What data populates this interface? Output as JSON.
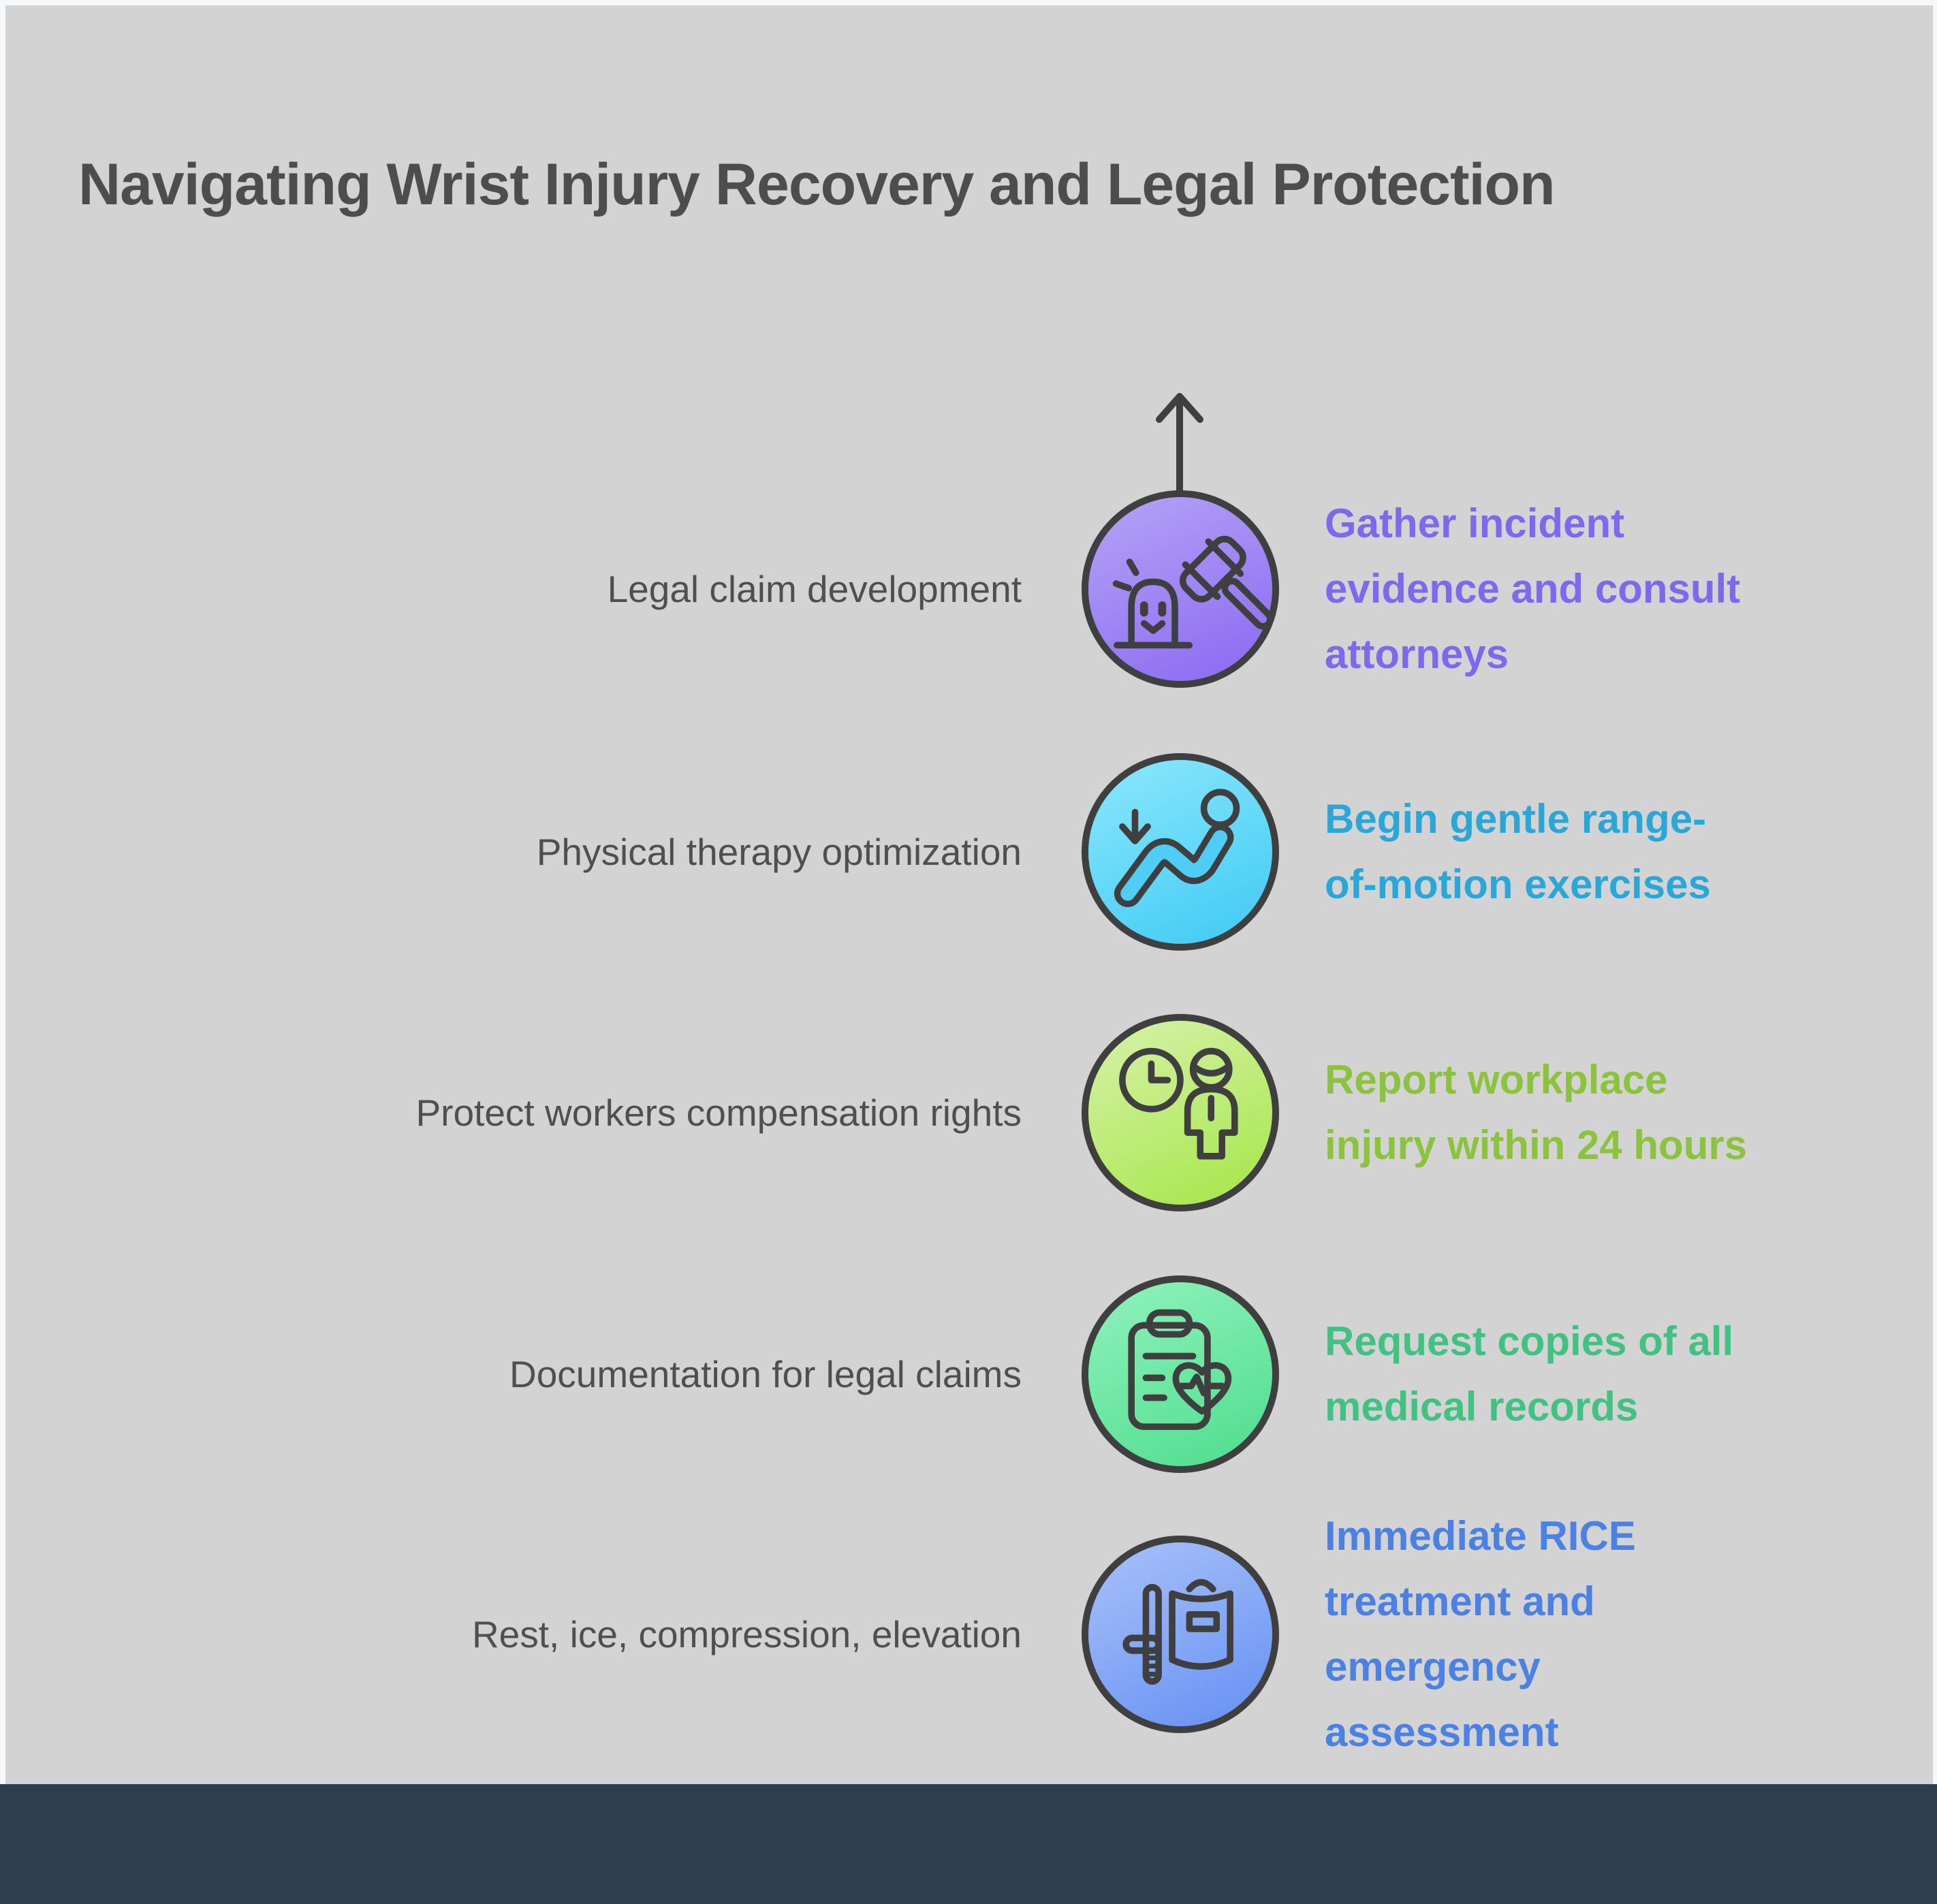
{
  "title": "Navigating Wrist Injury Recovery and Legal Protection",
  "colors": {
    "panel_background": "#d3d3d3",
    "frame": "#f6f7f9",
    "footer": "#2d3e4f",
    "outline": "#3f3f3f",
    "title_text": "#4d4d4d",
    "label_text": "#4f4f4f"
  },
  "timeline": {
    "arrow_icon": "up-arrow-icon"
  },
  "steps": [
    {
      "label": "Legal claim development",
      "desc": "Gather incident\nevidence and consult\nattorneys",
      "accent": "#7d68ef",
      "gradient": [
        "#b4a4f6",
        "#8b67f2"
      ],
      "icon": "gavel-gravestone-icon"
    },
    {
      "label": "Physical therapy optimization",
      "desc": "Begin gentle range-\nof-motion exercises",
      "accent": "#2aa7d9",
      "gradient": [
        "#8ce8fc",
        "#3ec9f5"
      ],
      "icon": "reclining-person-icon"
    },
    {
      "label": "Protect workers compensation rights",
      "desc": "Report workplace\ninjury within 24 hours",
      "accent": "#8bc43c",
      "gradient": [
        "#d6f2a8",
        "#a5e648"
      ],
      "icon": "clock-person-icon"
    },
    {
      "label": "Documentation for legal claims",
      "desc": "Request copies of all\nmedical records",
      "accent": "#42c282",
      "gradient": [
        "#90f2bc",
        "#4edd8e"
      ],
      "icon": "medical-clipboard-heart-icon"
    },
    {
      "label": "Rest, ice, compression, elevation",
      "desc": "Immediate RICE\ntreatment and\nemergency\nassessment",
      "accent": "#4b80e4",
      "gradient": [
        "#a9c1f9",
        "#6490f3"
      ],
      "icon": "shield-baton-icon"
    }
  ]
}
